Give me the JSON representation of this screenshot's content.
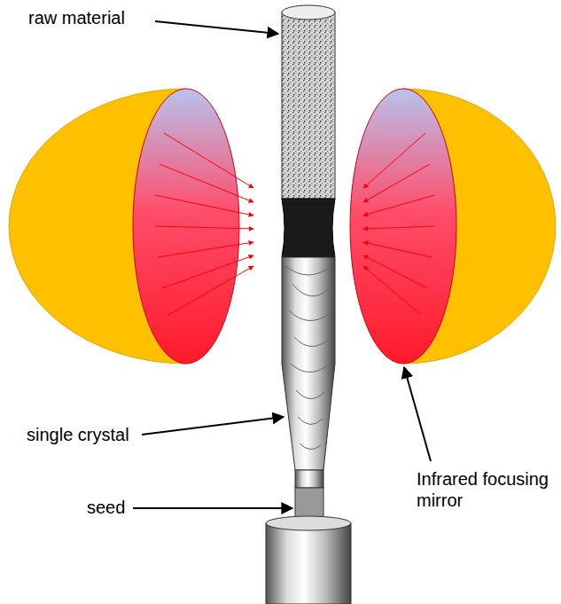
{
  "diagram": {
    "labels": [
      "raw material",
      "single crystal",
      "seed",
      "Infrared focusing mirror"
    ]
  }
}
